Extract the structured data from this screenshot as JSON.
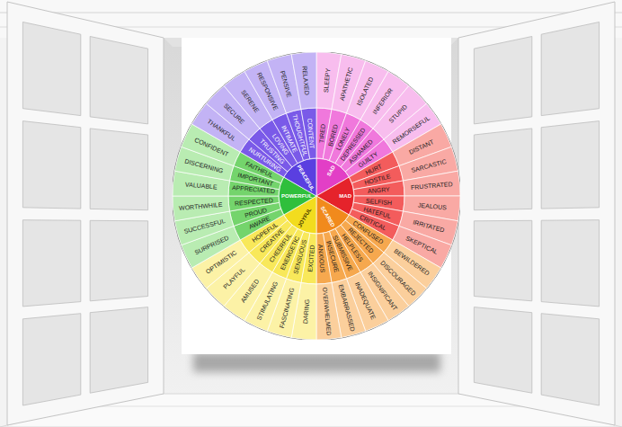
{
  "diagram": {
    "nodes": [
      {
        "text": [
          "SAD"
        ]
      },
      {
        "text": [
          "MAD"
        ]
      },
      {
        "text": [
          "SCARED"
        ]
      },
      {
        "text": [
          "JOYFUL"
        ]
      },
      {
        "text": [
          "POWERFUL"
        ]
      },
      {
        "text": [
          "PEACEFUL"
        ]
      },
      {
        "text": [
          "TIRED"
        ]
      },
      {
        "text": [
          "BORED"
        ]
      },
      {
        "text": [
          "LONELY"
        ]
      },
      {
        "text": [
          "DEPRESSED"
        ]
      },
      {
        "text": [
          "ASHAMED"
        ]
      },
      {
        "text": [
          "GUILTY"
        ]
      },
      {
        "text": [
          "HURT"
        ]
      },
      {
        "text": [
          "HOSTILE"
        ]
      },
      {
        "text": [
          "ANGRY"
        ]
      },
      {
        "text": [
          "SELFISH"
        ]
      },
      {
        "text": [
          "HATEFUL"
        ]
      },
      {
        "text": [
          "CRITICAL"
        ]
      },
      {
        "text": [
          "CONFUSED"
        ]
      },
      {
        "text": [
          "REJECTED"
        ]
      },
      {
        "text": [
          "HELPLESS"
        ]
      },
      {
        "text": [
          "SUBMISSIVE"
        ]
      },
      {
        "text": [
          "INSECURE"
        ]
      },
      {
        "text": [
          "ANXIOUS"
        ]
      },
      {
        "text": [
          "EXCITED"
        ]
      },
      {
        "text": [
          "SENSUOUS"
        ]
      },
      {
        "text": [
          "ENERGETIC"
        ]
      },
      {
        "text": [
          "CHEERFUL"
        ]
      },
      {
        "text": [
          "CREATIVE"
        ]
      },
      {
        "text": [
          "HOPEFUL"
        ]
      },
      {
        "text": [
          "AWARE"
        ]
      },
      {
        "text": [
          "PROUD"
        ]
      },
      {
        "text": [
          "RESPECTED"
        ]
      },
      {
        "text": [
          "APPRECIATED"
        ]
      },
      {
        "text": [
          "IMPORTANT"
        ]
      },
      {
        "text": [
          "FAITHFUL"
        ]
      },
      {
        "text": [
          "NURTURING"
        ]
      },
      {
        "text": [
          "TRUSTING"
        ]
      },
      {
        "text": [
          "LOVING"
        ]
      },
      {
        "text": [
          "INTIMATE"
        ]
      },
      {
        "text": [
          "THOUGHTFUL"
        ]
      },
      {
        "text": [
          "CONTENT"
        ]
      },
      {
        "text": [
          "SLEEPY"
        ]
      },
      {
        "text": [
          "APATHETIC"
        ]
      },
      {
        "text": [
          "ISOLATED"
        ]
      },
      {
        "text": [
          "INFERIOR"
        ]
      },
      {
        "text": [
          "STUPID"
        ]
      },
      {
        "text": [
          "REMORSEFUL"
        ]
      },
      {
        "text": [
          "DISTANT"
        ]
      },
      {
        "text": [
          "SARCASTIC"
        ]
      },
      {
        "text": [
          "FRUSTRATED"
        ]
      },
      {
        "text": [
          "JEALOUS"
        ]
      },
      {
        "text": [
          "IRRITATED"
        ]
      },
      {
        "text": [
          "SKEPTICAL"
        ]
      },
      {
        "text": [
          "BEWILDERED"
        ]
      },
      {
        "text": [
          "DISCOURAGED"
        ]
      },
      {
        "text": [
          "INSIGNIFICANT"
        ]
      },
      {
        "text": [
          "INADEQUATE"
        ]
      },
      {
        "text": [
          "EMBARRASSED"
        ]
      },
      {
        "text": [
          "OVERWHELMED"
        ]
      },
      {
        "text": [
          "DARING"
        ]
      },
      {
        "text": [
          "FASCINATING"
        ]
      },
      {
        "text": [
          "STIMULATING"
        ]
      },
      {
        "text": [
          "AMUSED"
        ]
      },
      {
        "text": [
          "PLAYFUL"
        ]
      },
      {
        "text": [
          "OPTIMISTIC"
        ]
      },
      {
        "text": [
          "SURPRISED"
        ]
      },
      {
        "text": [
          "SUCCESSFUL"
        ]
      },
      {
        "text": [
          "WORTHWHILE"
        ]
      },
      {
        "text": [
          "VALUABLE"
        ]
      },
      {
        "text": [
          "DISCERNING"
        ]
      },
      {
        "text": [
          "CONFIDENT"
        ]
      },
      {
        "text": [
          "THANKFUL"
        ]
      },
      {
        "text": [
          "SECURE"
        ]
      },
      {
        "text": [
          "SERENE"
        ]
      },
      {
        "text": [
          "RESPONSIVE"
        ]
      },
      {
        "text": [
          "PENSIVE"
        ]
      },
      {
        "text": [
          "RELAXED"
        ]
      }
    ]
  }
}
